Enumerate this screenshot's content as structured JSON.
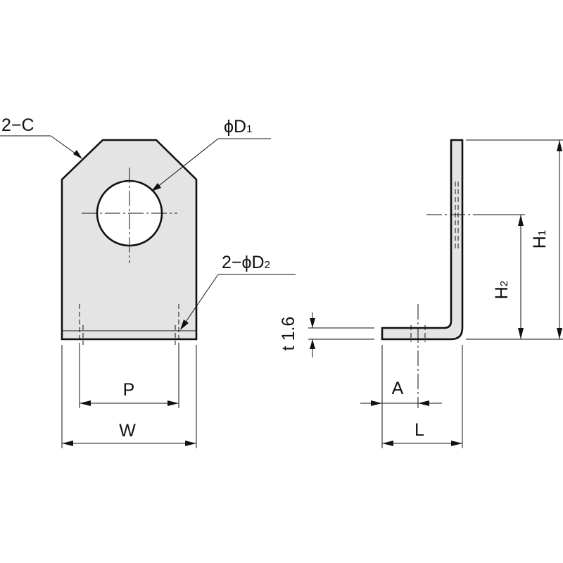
{
  "colors": {
    "line": "#111111",
    "part_fill": "#e4e4e4",
    "background": "#ffffff"
  },
  "front_view": {
    "chamfer_label": {
      "prefix": "2−",
      "main": "C",
      "sub": ""
    },
    "hole_label": {
      "prefix": "ϕ",
      "main": "D",
      "sub": "1"
    },
    "small_holes_label": {
      "prefix": "2−ϕ",
      "main": "D",
      "sub": "2"
    },
    "pitch_label": "P",
    "width_label": "W"
  },
  "side_view": {
    "height1_label": {
      "main": "H",
      "sub": "1"
    },
    "height2_label": {
      "main": "H",
      "sub": "2"
    },
    "thickness_label": "t 1.6",
    "hole_offset_label": "A",
    "length_label": "L"
  }
}
